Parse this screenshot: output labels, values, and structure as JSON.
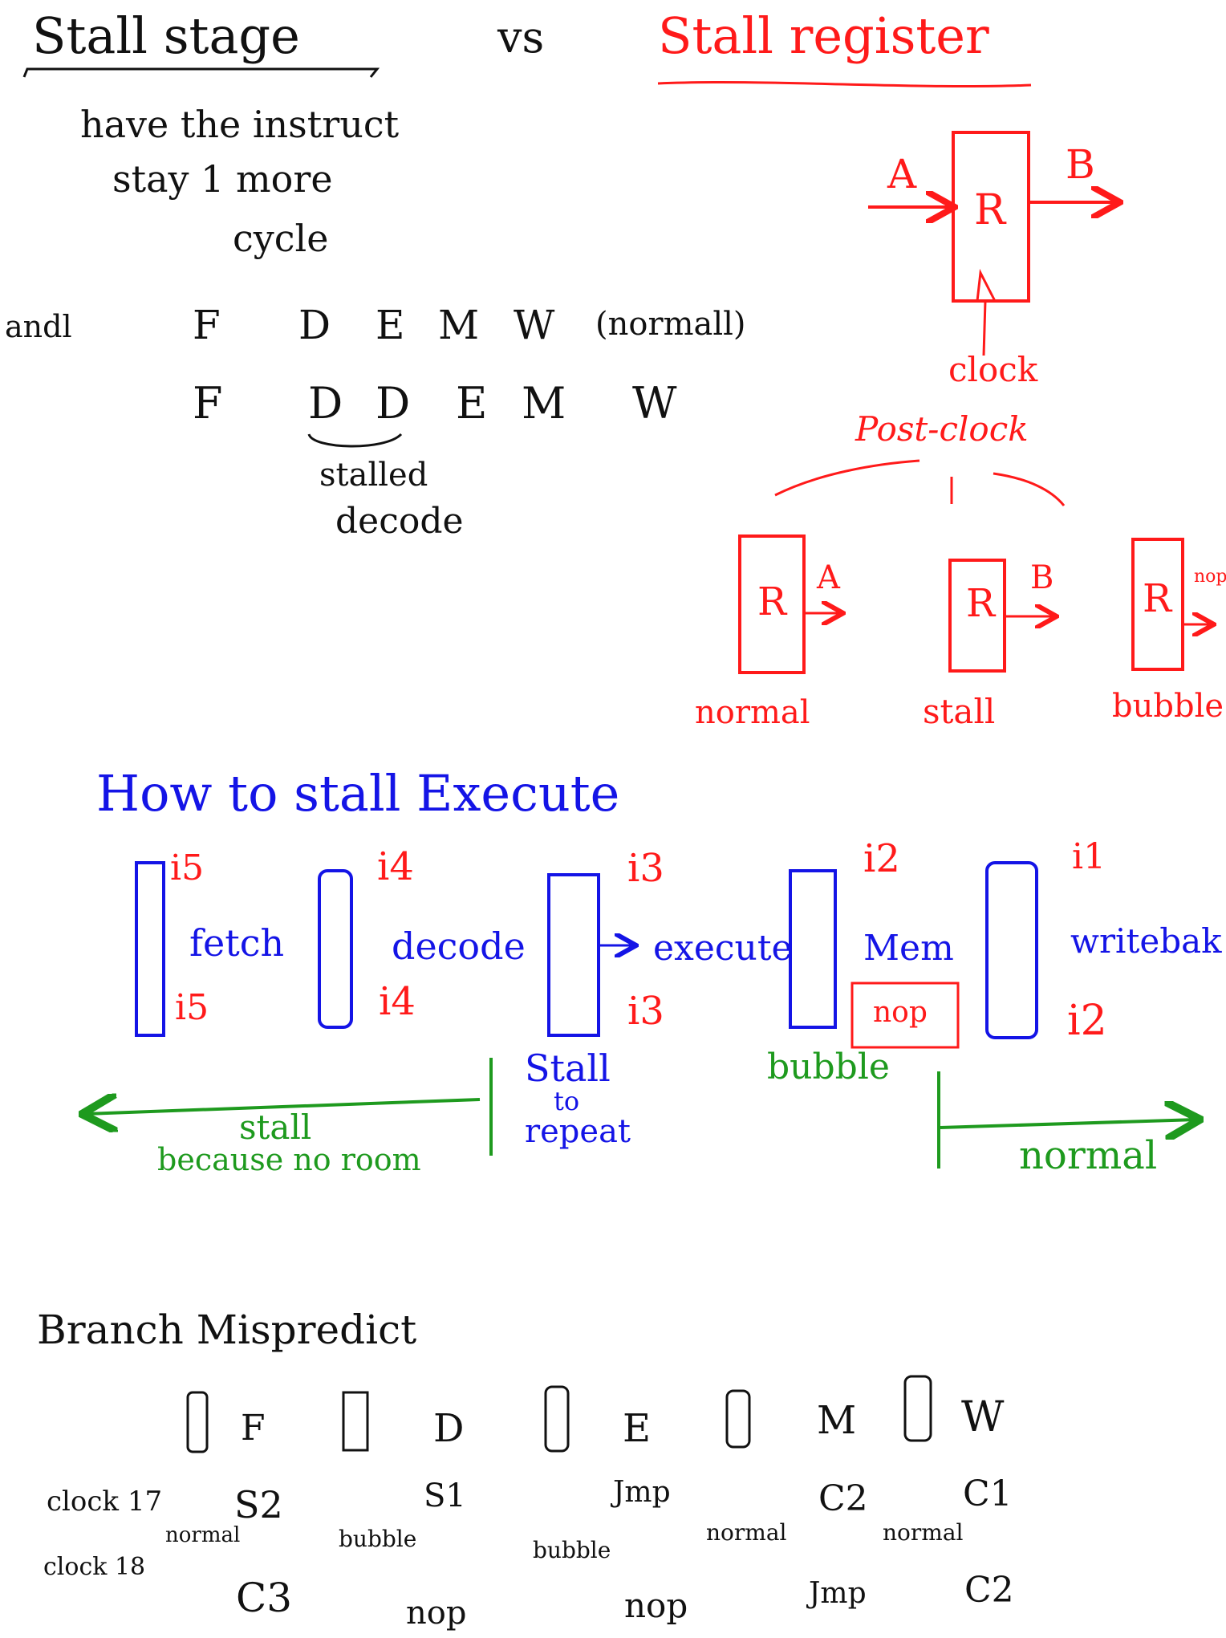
{
  "colors": {
    "black": "#111111",
    "red": "#ff1a1a",
    "blue": "#1414e6",
    "green": "#1e9a1e"
  },
  "header": {
    "stall_stage": "Stall stage",
    "vs": "vs",
    "stall_register": "Stall register"
  },
  "stage_note": [
    "have the instruct",
    "stay 1 more",
    "cycle"
  ],
  "andl": {
    "label": "andl",
    "normal_row": [
      "F",
      "D",
      "E",
      "M",
      "W"
    ],
    "normal_note": "(normall)",
    "stalled_row": [
      "F",
      "D",
      "D",
      "E",
      "M",
      "W"
    ],
    "brace_note": [
      "stalled",
      "decode"
    ]
  },
  "register": {
    "input": "A",
    "output": "B",
    "name": "R",
    "clock": "clock",
    "post_clock": "Post-clock",
    "modes": [
      {
        "name": "R",
        "out": "A",
        "label": "normal"
      },
      {
        "name": "R",
        "out": "B",
        "label": "stall"
      },
      {
        "name": "R",
        "out": "nop",
        "label": "bubble"
      }
    ]
  },
  "execute_stall": {
    "title": "How to stall Execute",
    "stages": [
      "fetch",
      "decode",
      "execute",
      "Mem",
      "writebak"
    ],
    "top_instr": [
      "i5",
      "i4",
      "i3",
      "i2",
      "i1"
    ],
    "bottom_instr": [
      "i5",
      "i4",
      "i3",
      "i2"
    ],
    "nop_box": "nop",
    "stall_repeat": [
      "Stall",
      "to",
      "repeat"
    ],
    "bubble": "bubble",
    "left_note": [
      "stall",
      "because no room"
    ],
    "right_note": "normal"
  },
  "mispredict": {
    "title": "Branch Mispredict",
    "stages": [
      "F",
      "D",
      "E",
      "M",
      "W"
    ],
    "clock17": {
      "label": "clock 17",
      "values": [
        "S2",
        "S1",
        "Jmp",
        "C2",
        "C1"
      ]
    },
    "transitions": [
      "normal",
      "bubble",
      "bubble",
      "normal",
      "normal"
    ],
    "clock18": {
      "label": "clock 18",
      "values": [
        "C3",
        "nop",
        "nop",
        "Jmp",
        "C2"
      ]
    }
  }
}
